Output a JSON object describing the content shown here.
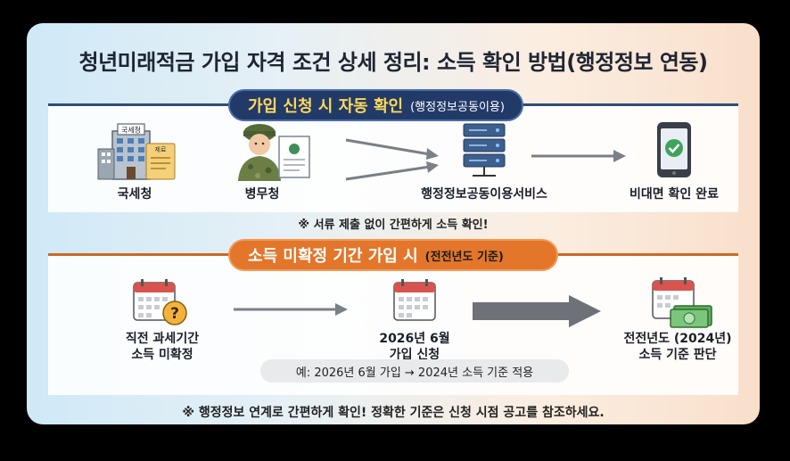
{
  "title": "청년미래적금 가입 자격 조건 상세 정리: 소득 확인 방법(행정정보 연동)",
  "section1": {
    "heading": "가입 신청 시 자동 확인",
    "heading_sub": "(행정정보공동이용)",
    "nodes": [
      {
        "label": "국세청",
        "icon": "tax-office-building-icon",
        "sign": "국세청",
        "doc": "제료"
      },
      {
        "label": "병무청",
        "icon": "soldier-document-icon"
      },
      {
        "label": "행정정보공동이용서비스",
        "icon": "server-icon"
      },
      {
        "label": "비대면 확인 완료",
        "icon": "smartphone-check-icon"
      }
    ],
    "note": "※ 서류 제출 없이 간편하게 소득 확인!"
  },
  "section2": {
    "heading": "소득 미확정 기간 가입 시",
    "heading_sub": "(전전년도 기준)",
    "nodes": [
      {
        "label_line1": "직전 과세기간",
        "label_line2": "소득 미확정",
        "icon": "calendar-question-icon"
      },
      {
        "label_line1": "2026년 6월",
        "label_line2": "가입 신청",
        "icon": "calendar-icon"
      },
      {
        "label_line1": "전전년도 (2024년)",
        "label_line2": "소득 기준 판단",
        "icon": "calendar-money-icon"
      }
    ],
    "example": "예: 2026년 6월 가입 → 2024년 소득 기준 적용"
  },
  "footnote": "※ 행정정보 연계로 간편하게 확인! 정확한 기준은 신청 시점 공고를 참조하세요.",
  "colors": {
    "navy": "#223a68",
    "orange": "#e3762a",
    "yellow": "#ffd85a"
  }
}
